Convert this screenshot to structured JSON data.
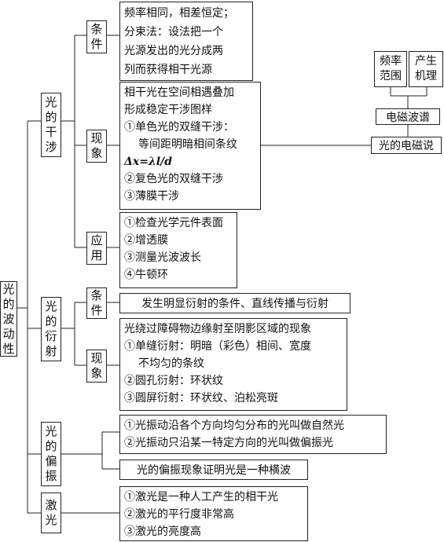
{
  "root": [
    "光",
    "的",
    "波",
    "动",
    "性"
  ],
  "interference": {
    "title": [
      "光",
      "的",
      "干",
      "涉"
    ],
    "condition": {
      "label": [
        "条",
        "件"
      ],
      "lines": [
        "频率相同，相差恒定；",
        "分束法：设法把一个",
        "光源发出的光分成两",
        "列而获得相干光源"
      ]
    },
    "phenomenon": {
      "label": [
        "现",
        "象"
      ],
      "lines": [
        "相干光在空间相遇叠加",
        "形成稳定干涉图样",
        "①单色光的双缝干涉：",
        "等间距明暗相间条纹",
        "Δx=λl/d",
        "②复色光的双缝干涉",
        "③薄膜干涉"
      ]
    },
    "application": {
      "label": [
        "应",
        "用"
      ],
      "lines": [
        "①检查光学元件表面",
        "②增透膜",
        "③测量光波波长",
        "④牛顿环"
      ]
    }
  },
  "diffraction": {
    "title": [
      "光",
      "的",
      "衍",
      "射"
    ],
    "condition": {
      "label": [
        "条",
        "件"
      ],
      "text": "发生明显衍射的条件、直线传播与衍射"
    },
    "phenomenon": {
      "label": [
        "现",
        "象"
      ],
      "lines": [
        "光绕过障碍物边缘射至阴影区域的现象",
        "①单缝衍射：明暗（彩色）相间、宽度",
        "不均匀的条纹",
        "②圆孔衍射：环状纹",
        "③圆屏衍射：环状纹、泊松亮斑"
      ]
    }
  },
  "polarization": {
    "title": [
      "光",
      "的",
      "偏",
      "振"
    ],
    "lines": [
      "①光振动沿各个方向均匀分布的光叫做自然光",
      "②光振动只沿某一特定方向的光叫做偏振光"
    ],
    "conclusion": "光的偏振现象证明光是一种横波"
  },
  "laser": {
    "title": [
      "激",
      "光"
    ],
    "lines": [
      "①激光是一种人工产生的相干光",
      "②激光的平行度非常高",
      "③激光的亮度高"
    ]
  },
  "em": {
    "freq_range": [
      "频率",
      "范围"
    ],
    "mechanism": [
      "产生",
      "机理"
    ],
    "spectrum": "电磁波谱",
    "theory": "光的电磁说"
  }
}
